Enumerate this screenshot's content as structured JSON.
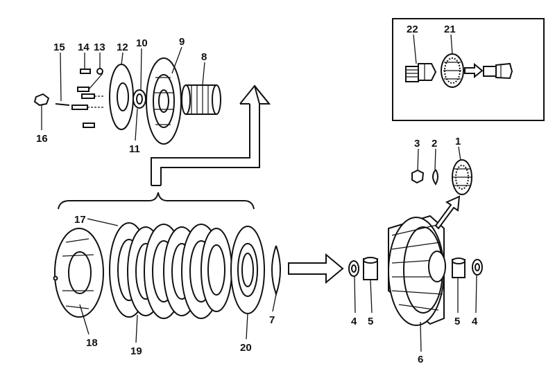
{
  "labels": {
    "p1": "1",
    "p2": "2",
    "p3": "3",
    "p4a": "4",
    "p4b": "4",
    "p5a": "5",
    "p5b": "5",
    "p6": "6",
    "p7": "7",
    "p8": "8",
    "p9": "9",
    "p10": "10",
    "p11": "11",
    "p12": "12",
    "p13": "13",
    "p14": "14",
    "p15": "15",
    "p16": "16",
    "p17": "17",
    "p18": "18",
    "p19": "19",
    "p20": "20",
    "p21": "21",
    "p22": "22"
  },
  "colors": {
    "ink": "#111111",
    "paper": "#ffffff"
  }
}
